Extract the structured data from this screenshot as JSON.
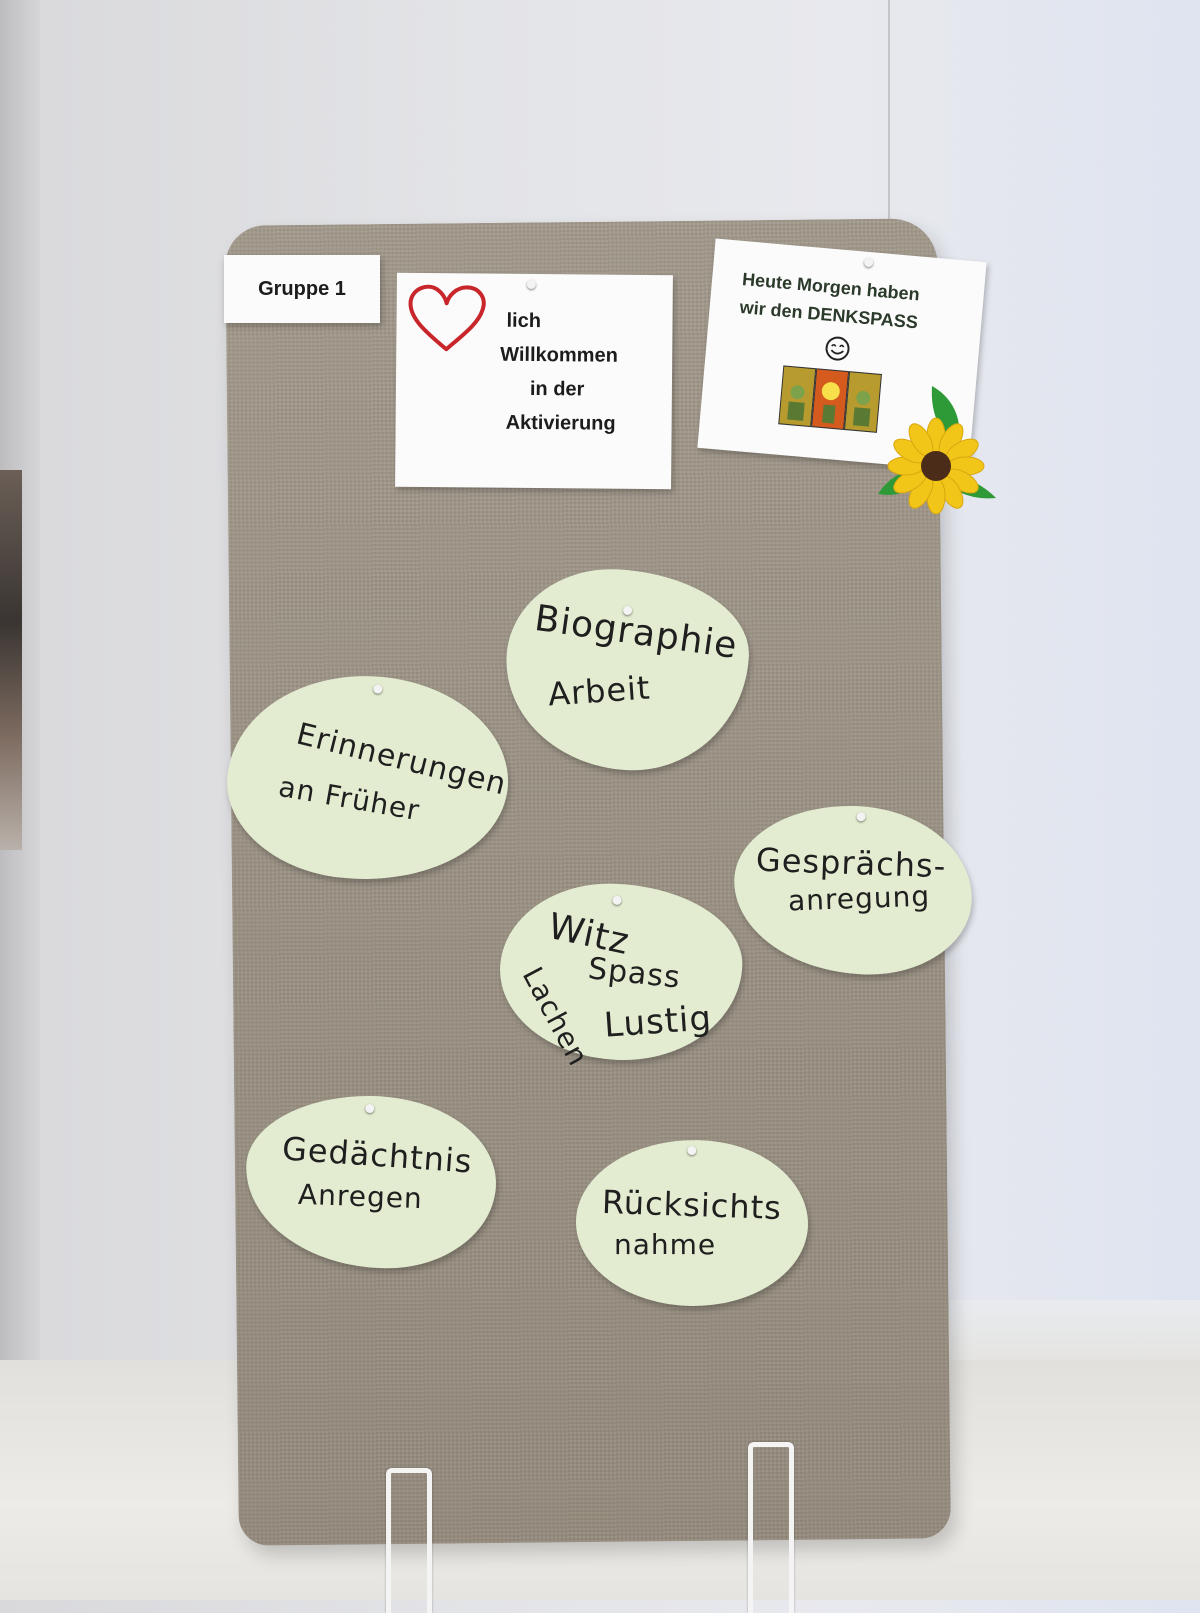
{
  "signs": {
    "group": "Gruppe 1",
    "welcome": {
      "line1": "lich",
      "line2": "Willkommen",
      "line3": "in der",
      "line4": "Aktivierung"
    },
    "today": {
      "line1": "Heute Morgen haben",
      "line2": "wir den DENKSPASS"
    }
  },
  "clouds": {
    "biographie": {
      "line1": "Biographie",
      "line2": "Arbeit"
    },
    "erinnerungen": {
      "line1": "Erinnerungen",
      "line2": "an Früher"
    },
    "gespraechs": {
      "line1": "Gesprächs-",
      "line2": "anregung"
    },
    "witz": {
      "word1": "Witz",
      "word2": "Spass",
      "word3": "Lachen",
      "word4": "Lustig"
    },
    "gedaechtnis": {
      "line1": "Gedächtnis",
      "line2": "Anregen"
    },
    "ruecksicht": {
      "line1": "Rücksichts",
      "line2": "nahme"
    }
  },
  "colors": {
    "board": "#9b9183",
    "cloud_paper": "#e3ecd0",
    "heart": "#c8262b",
    "sunflower_petal": "#f2c619",
    "leaf": "#2e9a37"
  },
  "icons": [
    "heart-icon",
    "smiley-icon",
    "sunflower-icon",
    "comic-strip-icon"
  ]
}
